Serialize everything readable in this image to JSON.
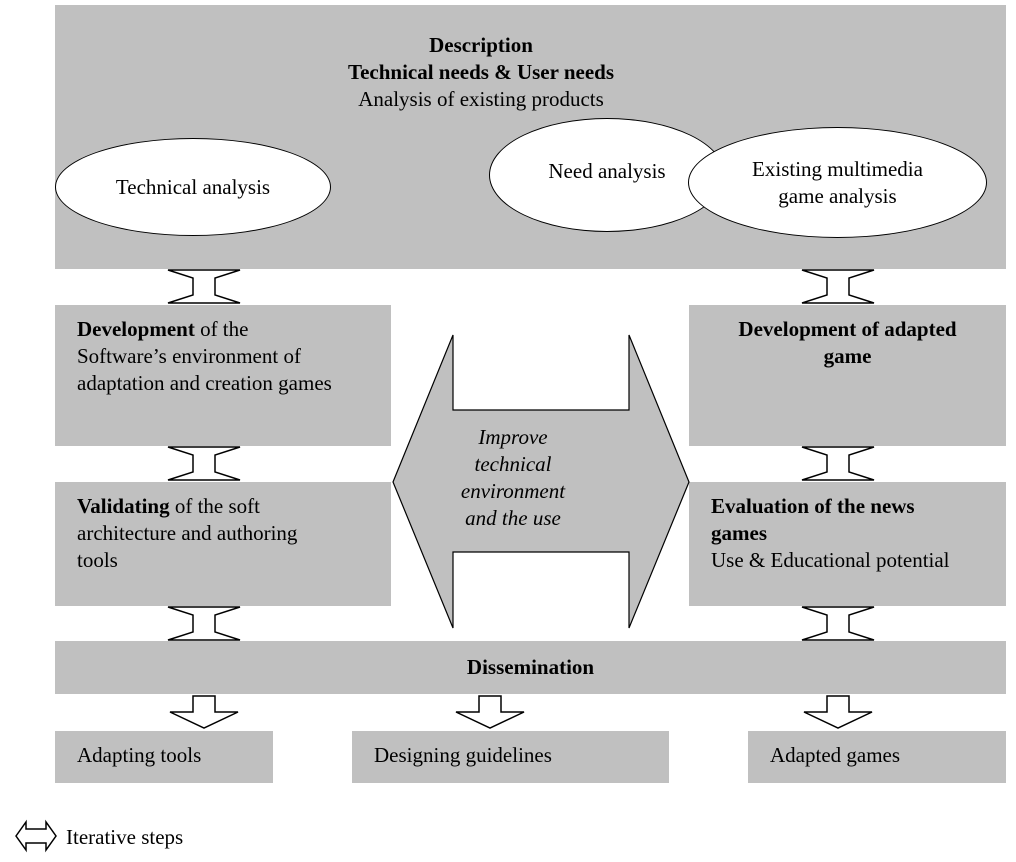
{
  "top": {
    "title": "Description",
    "subtitle": "Technical needs & User needs",
    "line3": "Analysis of  existing products",
    "ellipses": {
      "technical": "Technical analysis",
      "need": "Need analysis",
      "existing_l1": "Existing  multimedia",
      "existing_l2": "game analysis"
    }
  },
  "left": {
    "dev_bold": "Development",
    "dev_rest": " of the",
    "dev_l2": "Software’s environment of",
    "dev_l3": "adaptation and creation games",
    "val_bold": "Validating",
    "val_rest": " of the soft",
    "val_l2": "architecture and authoring",
    "val_l3": "tools"
  },
  "right": {
    "dev_l1": "Development of adapted",
    "dev_l2": "game",
    "eval_l1": "Evaluation of the news",
    "eval_l2": "games",
    "eval_l3": "Use & Educational potential"
  },
  "center": {
    "l1": "Improve",
    "l2": "technical",
    "l3": "environment",
    "l4": "and the use"
  },
  "dissemination": "Dissemination",
  "outputs": {
    "adapting": "Adapting tools",
    "designing": "Designing guidelines",
    "adapted": "Adapted games"
  },
  "legend": "Iterative steps"
}
